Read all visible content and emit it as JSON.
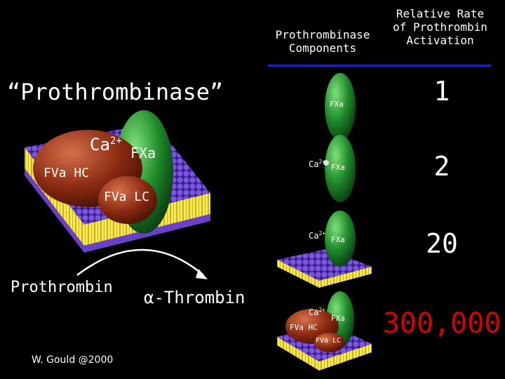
{
  "header": {
    "components_label": "Prothrombinase\nComponents",
    "rate_label": "Relative Rate\nof Prothrombin\nActivation"
  },
  "left_panel": {
    "title": "“Prothrombinase”",
    "ca_label": "Ca",
    "ca_charge": "2+",
    "fxa_label": "FXa",
    "fva_hc_label": "FVa HC",
    "fva_lc_label": "FVa LC",
    "substrate_label": "Prothrombin",
    "product_alpha": "α",
    "product_label": "-Thrombin",
    "credit": "W. Gould @2000"
  },
  "rows": [
    {
      "components": "FXa",
      "rate": "1"
    },
    {
      "components": "Ca2+ FXa",
      "rate": "2"
    },
    {
      "components": "Ca2+ FXa + phospholipid",
      "rate": "20"
    },
    {
      "components": "Ca2+ FXa FVa HC FVa LC",
      "rate": "300,000"
    }
  ],
  "small_labels": {
    "fxa": "FXa",
    "ca": "Ca",
    "ca_charge": "2+",
    "fva_hc": "FVa HC",
    "fva_lc": "FVa LC"
  },
  "colors": {
    "background": "#000000",
    "header_rule": "#2020c0",
    "fxa_green": "#1f8a2a",
    "fva_red": "#8a2a12",
    "membrane_head": "#6a40c8",
    "membrane_tail": "#f2e040",
    "rate_highlight": "#d60000"
  }
}
